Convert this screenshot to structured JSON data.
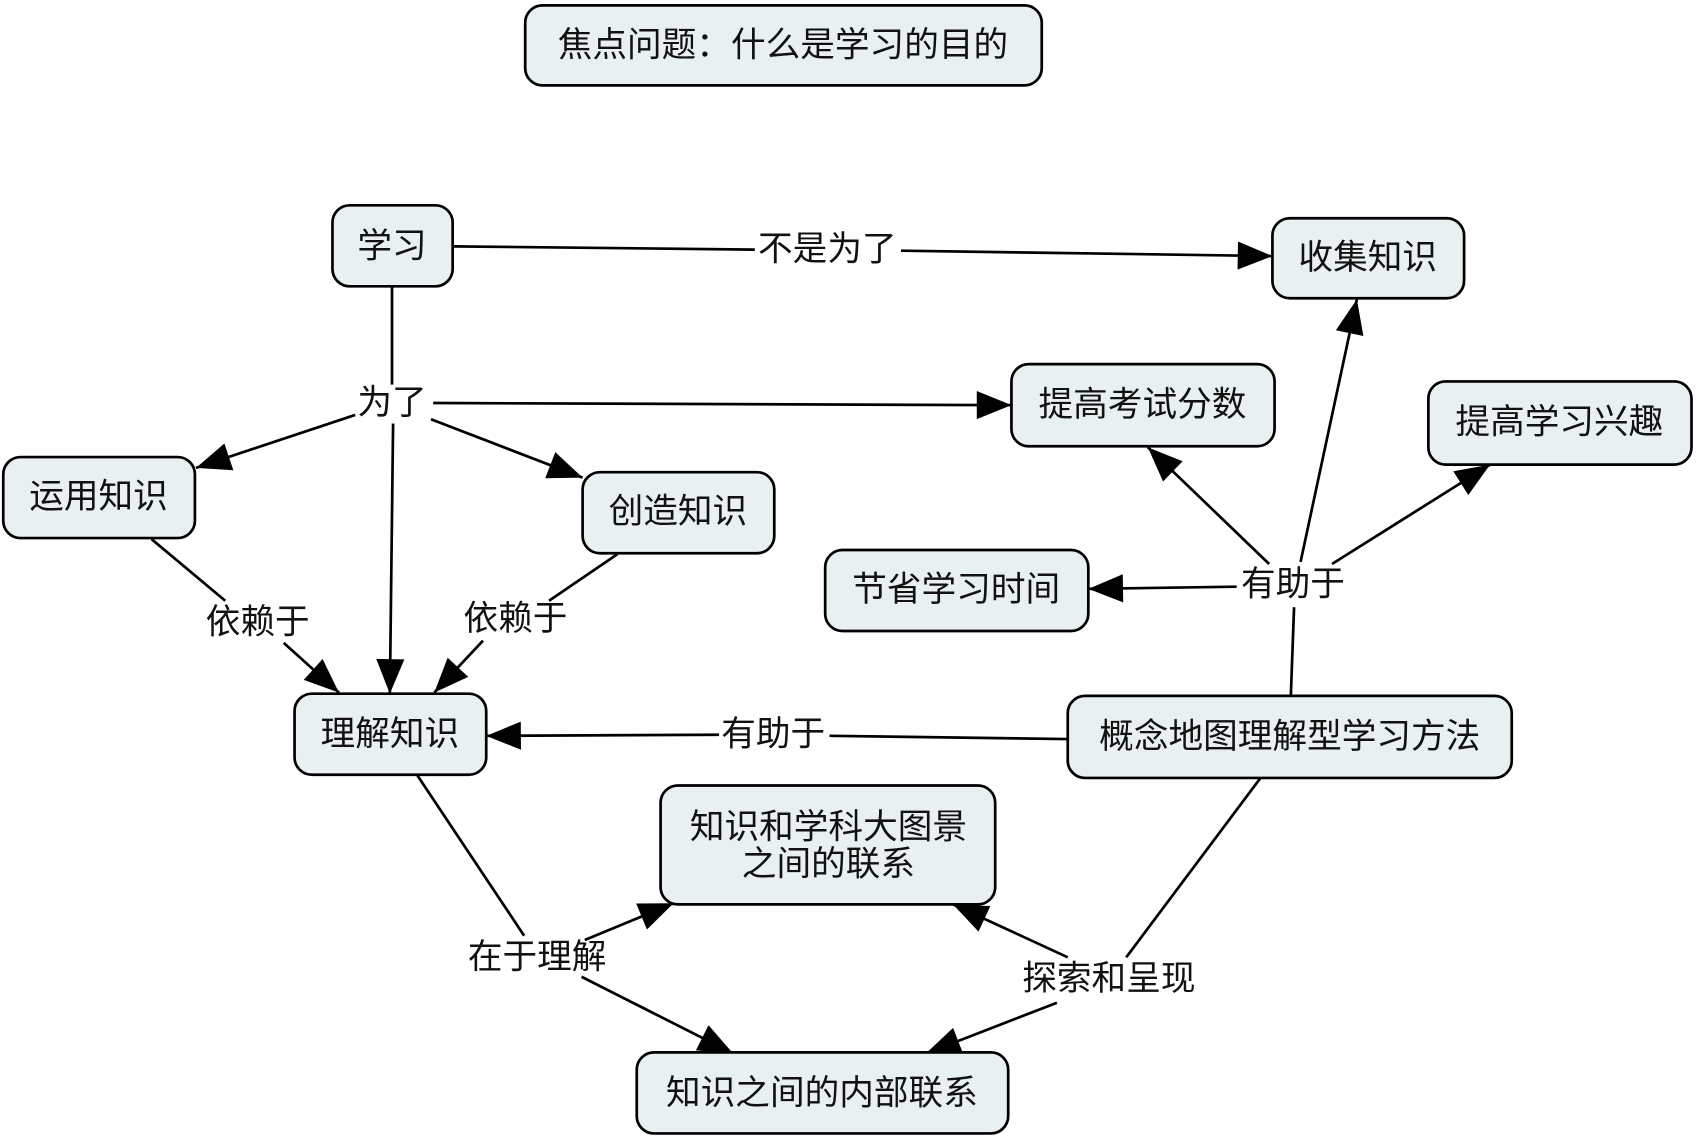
{
  "diagram": {
    "nodes": {
      "focus_question": "焦点问题：什么是学习的目的",
      "learning": "学习",
      "collect_knowledge": "收集知识",
      "raise_exam_scores": "提高考试分数",
      "raise_learning_interest": "提高学习兴趣",
      "apply_knowledge": "运用知识",
      "create_knowledge": "创造知识",
      "save_study_time": "节省学习时间",
      "understand_knowledge": "理解知识",
      "concept_map_method": "概念地图理解型学习方法",
      "big_picture_links": [
        "知识和学科大图景",
        "之间的联系"
      ],
      "internal_links": "知识之间的内部联系"
    },
    "link_labels": {
      "not_for": "不是为了",
      "for": "为了",
      "depends_on_apply": "依赖于",
      "depends_on_create": "依赖于",
      "helps_top": "有助于",
      "helps_bottom": "有助于",
      "lies_in_understanding": "在于理解",
      "explore_and_present": "探索和呈现"
    }
  },
  "colors": {
    "background": "#ffffff",
    "node_fill": "#e8f0f2",
    "node_border": "#000000",
    "line": "#000000",
    "text": "#111111"
  }
}
